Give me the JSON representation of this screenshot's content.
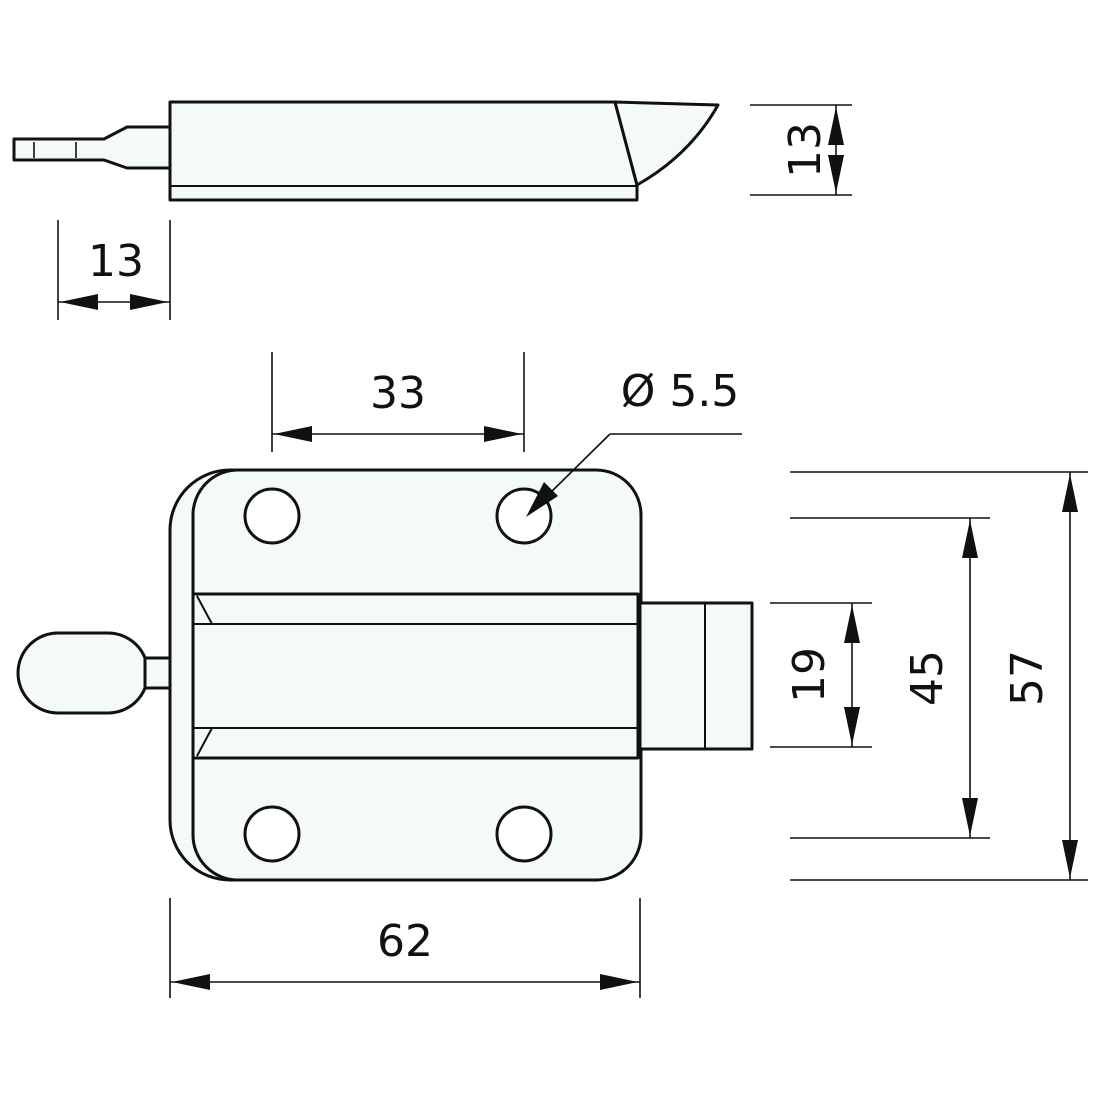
{
  "drawing": {
    "dimensions": {
      "side_height": "13",
      "bolt_width": "13",
      "hole_spacing": "33",
      "hole_diameter": "Ø 5.5",
      "plate_width": "62",
      "bolt_height": "19",
      "hole_vertical_spacing": "45",
      "plate_height": "57"
    },
    "colors": {
      "line": "#111111",
      "part_fill": "#f4f9f9",
      "background": "#ffffff"
    }
  }
}
